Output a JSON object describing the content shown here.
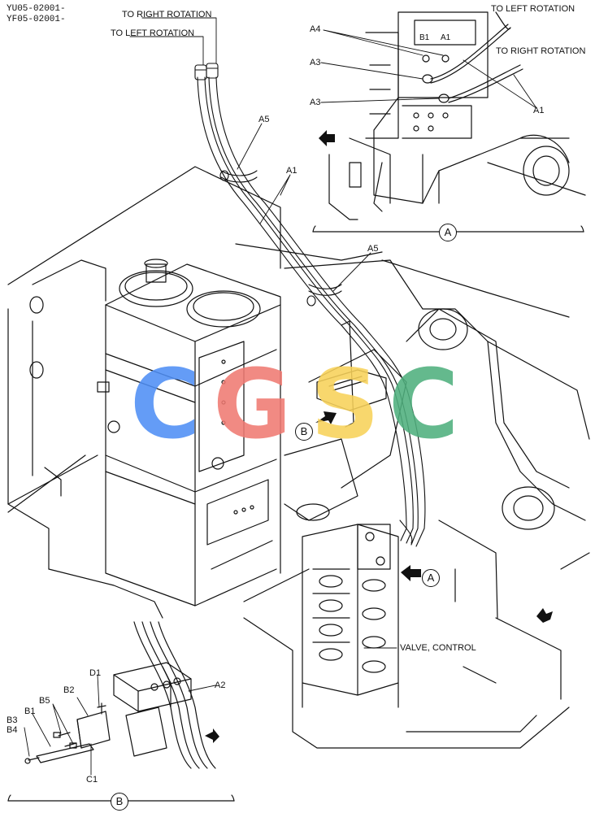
{
  "header": {
    "codes": [
      "YU05-02001-",
      "YF05-02001-"
    ]
  },
  "callouts": {
    "to_right_rotation": "TO RIGHT ROTATION",
    "to_left_rotation": "TO LEFT ROTATION",
    "valve_control": "VALVE, CONTROL"
  },
  "part_labels": {
    "a1": "A1",
    "a2": "A2",
    "a3": "A3",
    "a4": "A4",
    "a5": "A5",
    "b1": "B1",
    "b2": "B2",
    "b3": "B3",
    "b4": "B4",
    "b5": "B5",
    "c1": "C1",
    "d1": "D1"
  },
  "view_markers": {
    "a": "A",
    "b": "B"
  },
  "watermark": {
    "letters": [
      "C",
      "G",
      "S",
      "C"
    ],
    "colors": [
      "#4f8ff5",
      "#f07a72",
      "#f8d25a",
      "#4fb07e"
    ]
  },
  "line_color": "#111111"
}
